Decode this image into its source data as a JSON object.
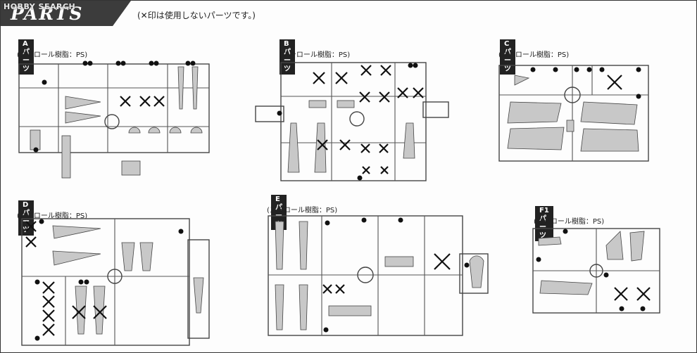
{
  "header": {
    "title": "PARTS LIST",
    "watermark": "HOBBY SEARCH",
    "note": "(✕印は使用しないパーツです。)"
  },
  "sheets": [
    {
      "id": "A",
      "label": "Aパーツ",
      "material": "(スチロール樹脂：PS)"
    },
    {
      "id": "B",
      "label": "Bパーツ",
      "material": "(スチロール樹脂：PS)"
    },
    {
      "id": "C",
      "label": "Cパーツ",
      "material": "(スチロール樹脂：PS)"
    },
    {
      "id": "D",
      "label": "Dパーツ",
      "material": "(スチロール樹脂：PS)"
    },
    {
      "id": "E",
      "label": "Eパーツ",
      "material": "(スチロール樹脂：PS)"
    },
    {
      "id": "F1",
      "label": "F1パーツ",
      "material": "(スチロール樹脂：PS)"
    }
  ]
}
